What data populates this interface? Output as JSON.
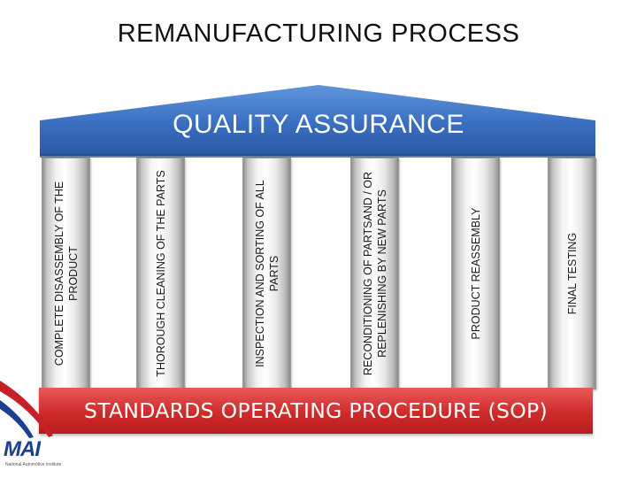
{
  "title": "REMANUFACTURING PROCESS",
  "roof": {
    "label": "QUALITY ASSURANCE",
    "color": "#3a6ec0"
  },
  "pillars": [
    "COMPLETE DISASSEMBLY OF THE PRODUCT",
    "THOROUGH CLEANING OF THE PARTS",
    "INSPECTION AND SORTING OF ALL PARTS",
    "RECONDITIONING OF PARTSAND / OR REPLENISHING BY NEW PARTS",
    "PRODUCT REASSEMBLY",
    "FINAL TESTING"
  ],
  "base": {
    "label": "STANDARDS OPERATING PROCEDURE (SOP)",
    "color": "#cf2a2a"
  },
  "logo": {
    "text": "MAI",
    "subtext": "National Automotive Institute"
  }
}
